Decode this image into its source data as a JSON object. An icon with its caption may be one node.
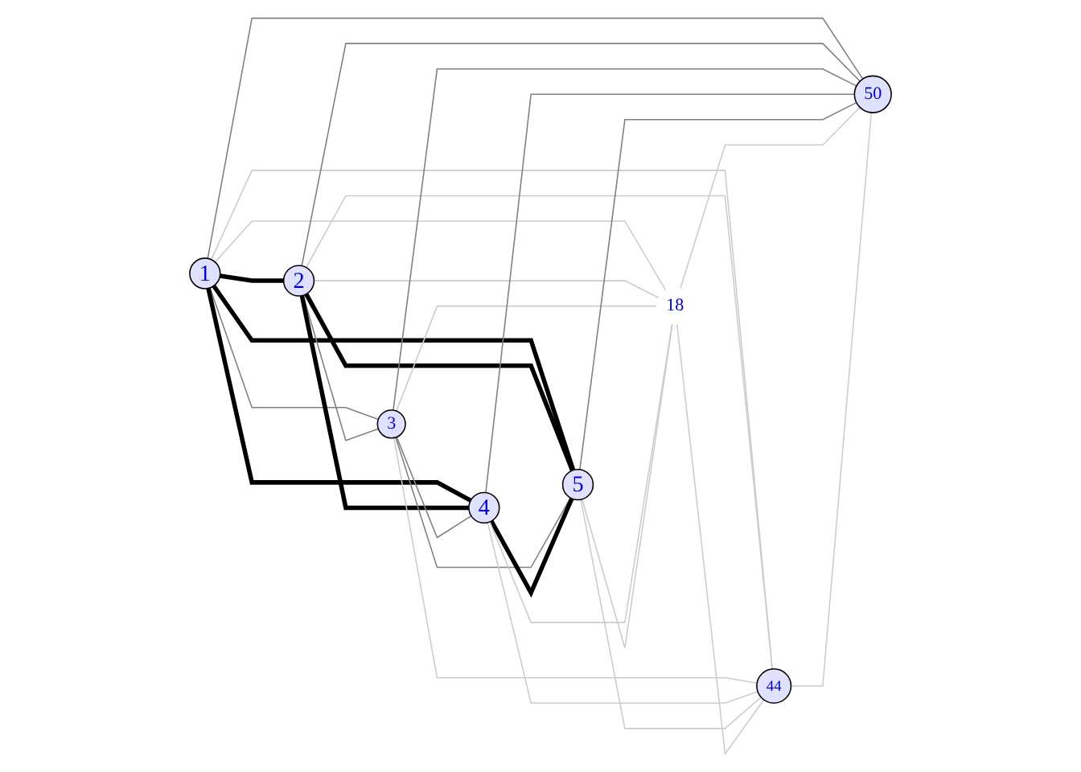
{
  "diagram": {
    "nodes": [
      {
        "text": [
          "1"
        ]
      },
      {
        "text": [
          "2"
        ]
      },
      {
        "text": [
          "3"
        ]
      },
      {
        "text": [
          "4"
        ]
      },
      {
        "text": [
          "5"
        ]
      },
      {
        "text": [
          "18"
        ]
      },
      {
        "text": [
          "44"
        ]
      },
      {
        "text": [
          "50"
        ]
      }
    ],
    "edges": [
      {
        "from": 0,
        "to": 1,
        "arrow": "none",
        "style": "thick",
        "color": "#000000"
      },
      {
        "from": 0,
        "to": 2,
        "arrow": "none"
      },
      {
        "from": 0,
        "to": 3,
        "arrow": "none",
        "style": "thick",
        "color": "#000000"
      },
      {
        "from": 0,
        "to": 4,
        "arrow": "none",
        "style": "thick",
        "color": "#000000"
      },
      {
        "from": 0,
        "to": 5,
        "arrow": "none",
        "color": "#cccccc"
      },
      {
        "from": 0,
        "to": 6,
        "arrow": "none",
        "color": "#cccccc"
      },
      {
        "from": 0,
        "to": 7,
        "arrow": "none"
      },
      {
        "from": 1,
        "to": 2,
        "arrow": "none"
      },
      {
        "from": 1,
        "to": 3,
        "arrow": "none",
        "style": "thick",
        "color": "#000000"
      },
      {
        "from": 1,
        "to": 4,
        "arrow": "none",
        "style": "thick",
        "color": "#000000"
      },
      {
        "from": 1,
        "to": 5,
        "arrow": "none",
        "color": "#cccccc"
      },
      {
        "from": 1,
        "to": 6,
        "arrow": "none",
        "color": "#cccccc"
      },
      {
        "from": 1,
        "to": 7,
        "arrow": "none"
      },
      {
        "from": 2,
        "to": 3,
        "arrow": "none"
      },
      {
        "from": 2,
        "to": 4,
        "arrow": "none"
      },
      {
        "from": 2,
        "to": 5,
        "arrow": "none",
        "color": "#cccccc"
      },
      {
        "from": 2,
        "to": 6,
        "arrow": "none",
        "color": "#cccccc"
      },
      {
        "from": 2,
        "to": 7,
        "arrow": "none"
      },
      {
        "from": 3,
        "to": 4,
        "arrow": "none",
        "style": "thick",
        "color": "#000000"
      },
      {
        "from": 3,
        "to": 5,
        "arrow": "none",
        "color": "#cccccc"
      },
      {
        "from": 3,
        "to": 6,
        "arrow": "none",
        "color": "#cccccc"
      },
      {
        "from": 3,
        "to": 7,
        "arrow": "none"
      },
      {
        "from": 4,
        "to": 5,
        "arrow": "none",
        "color": "#cccccc"
      },
      {
        "from": 4,
        "to": 6,
        "arrow": "none",
        "color": "#cccccc"
      },
      {
        "from": 4,
        "to": 7,
        "arrow": "none"
      },
      {
        "from": 5,
        "to": 6,
        "arrow": "none",
        "color": "#cccccc"
      },
      {
        "from": 5,
        "to": 7,
        "arrow": "none",
        "color": "#cccccc"
      },
      {
        "from": 6,
        "to": 7,
        "arrow": "none",
        "color": "#cccccc"
      }
    ]
  }
}
